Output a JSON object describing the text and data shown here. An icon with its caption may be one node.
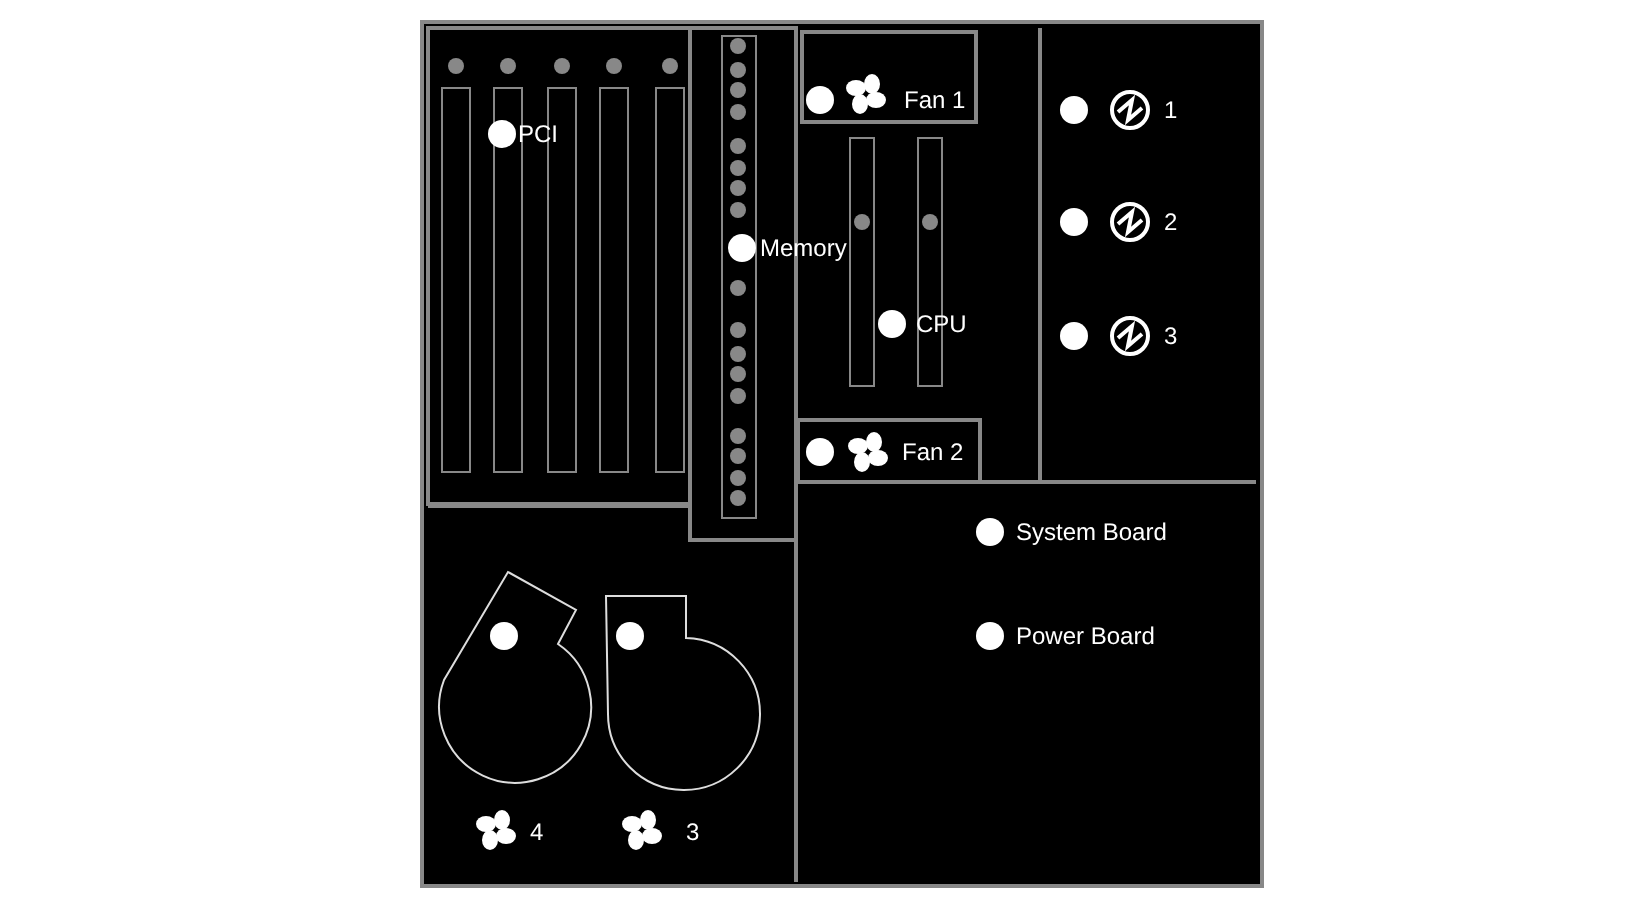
{
  "diagram": {
    "nodes": [
      {
        "text": [
          "Fan 1"
        ]
      },
      {
        "text": [
          "Fan 2"
        ]
      }
    ],
    "labels": [
      "PCI",
      "Memory",
      "CPU",
      "1",
      "2",
      "3",
      "System Board",
      "Power Board",
      "4",
      "3"
    ]
  }
}
